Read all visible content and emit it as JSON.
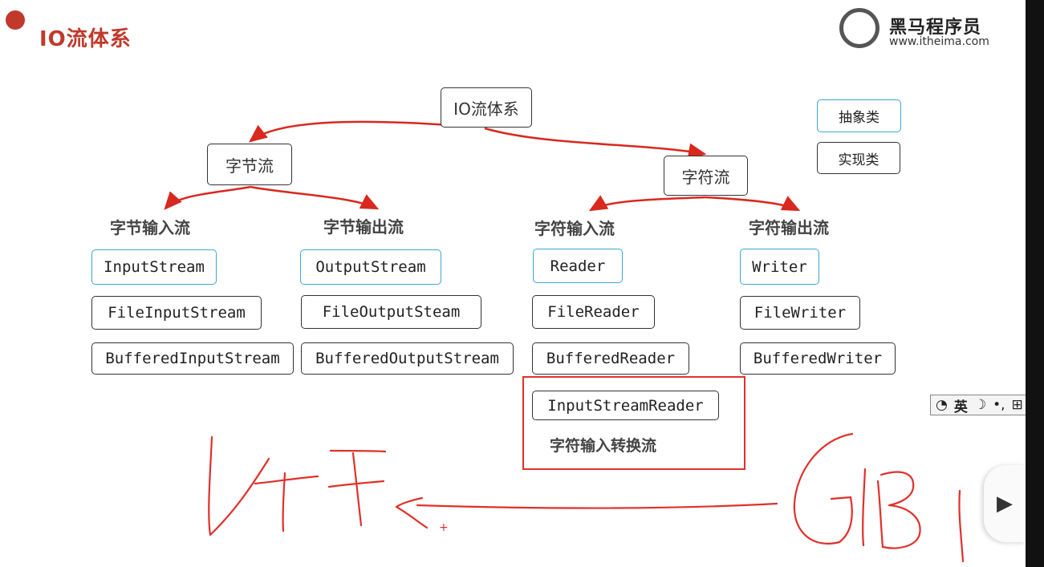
{
  "header": {
    "title": "IO流体系"
  },
  "logo": {
    "brand": "黑马程序员",
    "url": "www.itheima.com"
  },
  "tree": {
    "root": "IO流体系",
    "byte_stream": "字节流",
    "char_stream": "字符流",
    "categories": {
      "byte_input": "字节输入流",
      "byte_output": "字节输出流",
      "char_input": "字符输入流",
      "char_output": "字符输出流"
    },
    "byte_input_classes": [
      "InputStream",
      "FileInputStream",
      "BufferedInputStream"
    ],
    "byte_output_classes": [
      "OutputStream",
      "FileOutputSteam",
      "BufferedOutputStream"
    ],
    "char_input_classes": [
      "Reader",
      "FileReader",
      "BufferedReader"
    ],
    "char_output_classes": [
      "Writer",
      "FileWriter",
      "BufferedWriter"
    ],
    "converter": {
      "class": "InputStreamReader",
      "caption": "字符输入转换流"
    }
  },
  "legend": {
    "abstract": "抽象类",
    "impl": "实现类"
  },
  "colors": {
    "accent": "#c0392b",
    "abstract_border": "#39a7d6",
    "annotation": "#e0302a"
  },
  "ime_toolbar": {
    "mode": "英",
    "moon": "☽",
    "punct": "•,",
    "extra": "⊞"
  },
  "player": {
    "play_icon": "▶"
  }
}
